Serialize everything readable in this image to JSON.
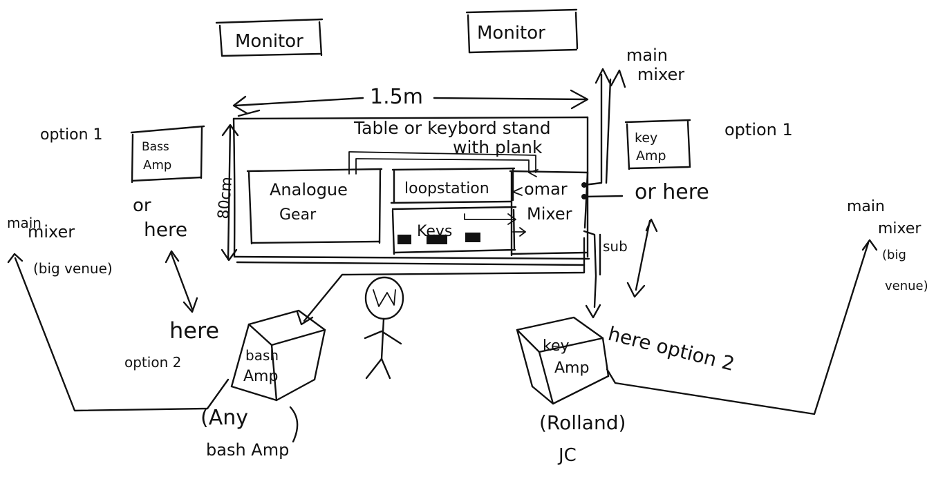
{
  "colors": {
    "ink": "#111111",
    "paper": "#ffffff"
  },
  "monitors": {
    "left": "Monitor",
    "right": "Monitor"
  },
  "dimensions": {
    "width": "1.5m",
    "depth": "80cm"
  },
  "table": {
    "label_line1": "Table or keybord stand",
    "label_line2": "with plank"
  },
  "gear": {
    "analogue_line1": "Analogue",
    "analogue_line2": "Gear",
    "loopstation": "loopstation",
    "keys": "Keys",
    "mixer_line1": "omar",
    "mixer_line2": "Mixer"
  },
  "left_side": {
    "option1": "option 1",
    "bass_amp_line1": "Bass",
    "bass_amp_line2": "Amp",
    "or": "or",
    "here_top": "here",
    "here_bottom": "here",
    "option2": "option 2",
    "main_mixer_line1": "main",
    "main_mixer_line2": "mixer",
    "big_venue": "(big venue)"
  },
  "right_side": {
    "main_mixer_top_line1": "main",
    "main_mixer_top_line2": "mixer",
    "option1": "option 1",
    "key_amp_line1": "key",
    "key_amp_line2": "Amp",
    "or_here": "or here",
    "sub": "sub",
    "here_option2": "here option 2",
    "main_mixer_line1": "main",
    "main_mixer_line2": "mixer",
    "big_venue_line1": "(big",
    "big_venue_line2": "venue)"
  },
  "floor_amps": {
    "bass_amp_line1": "bash",
    "bass_amp_line2": "Amp",
    "bass_note_line1": "(Any",
    "bass_note_line2": "bash Amp",
    "key_amp_line1": "key",
    "key_amp_line2": "Amp",
    "key_note_line1": "(Rolland)",
    "key_note_line2": "JC"
  }
}
